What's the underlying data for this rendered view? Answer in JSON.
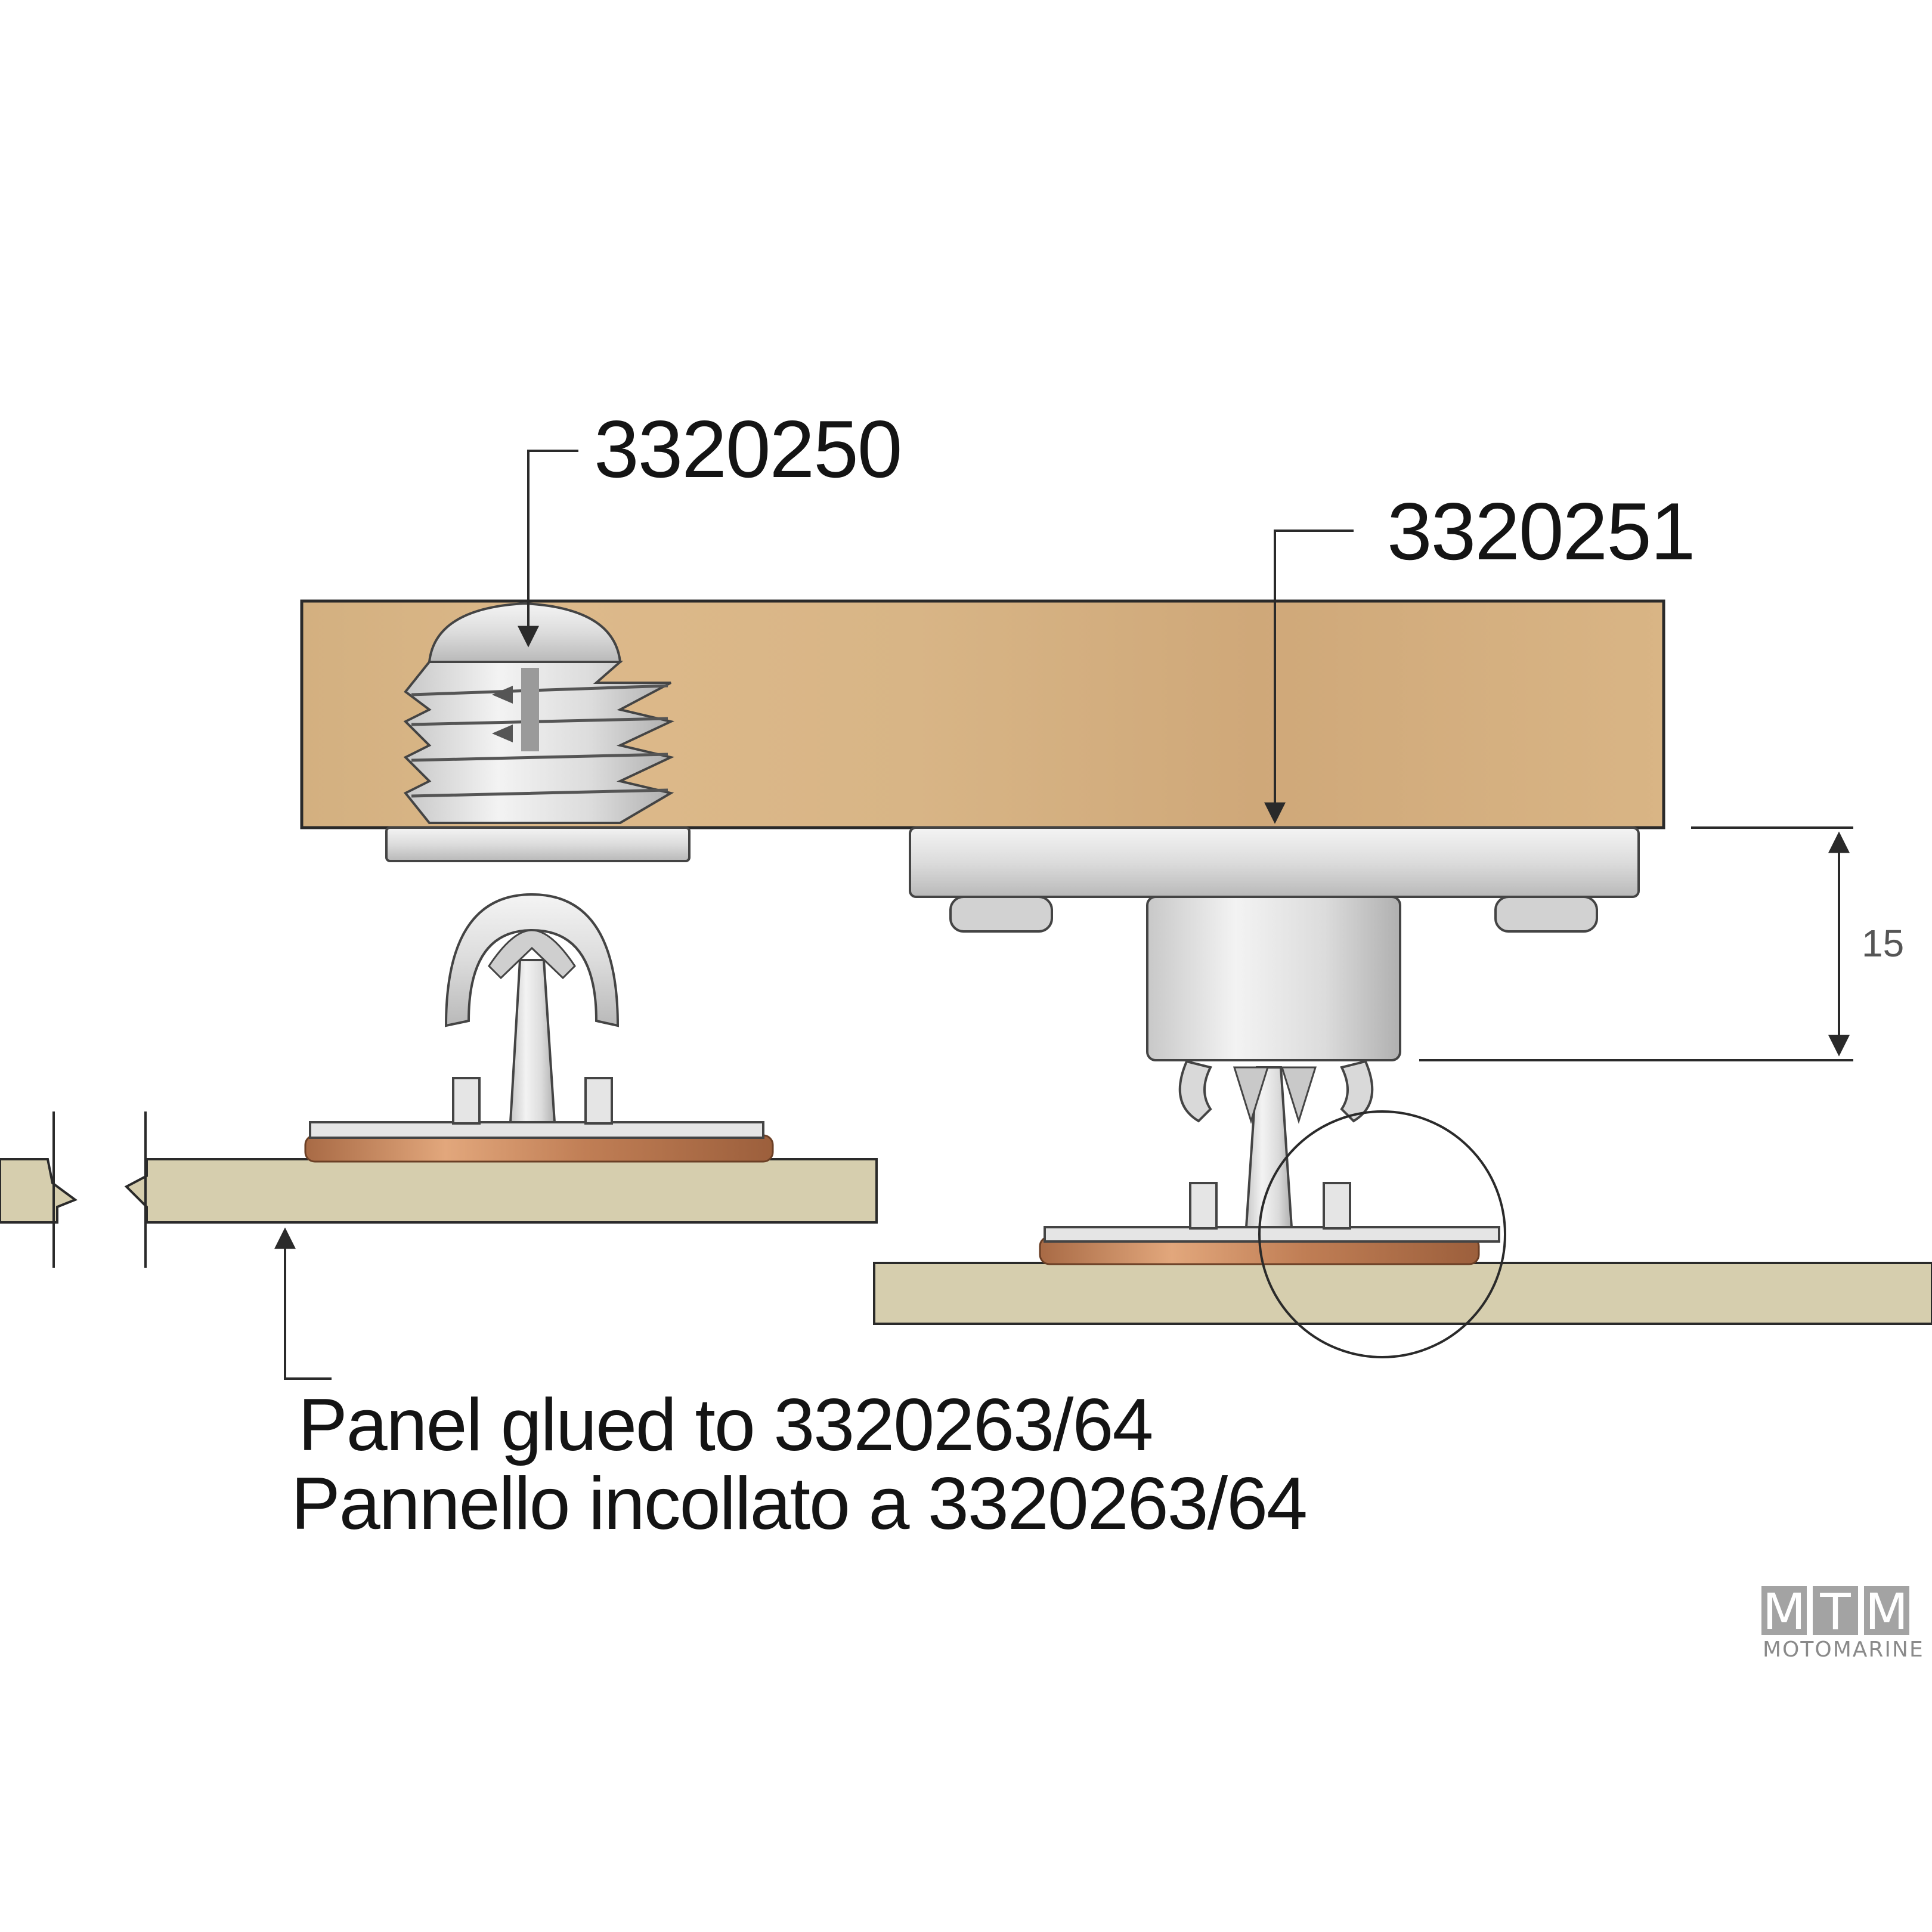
{
  "callouts": {
    "part_a": "3320250",
    "part_b": "3320251"
  },
  "dimension": {
    "value": "15"
  },
  "caption": {
    "line_en": "Panel glued to 3320263/64",
    "line_it": "Pannello incollato a 3320263/64"
  },
  "logo": {
    "letters": [
      "M",
      "T",
      "M"
    ],
    "brand": "MOTOMARINE"
  },
  "colors": {
    "wood": "#d5ad7e",
    "panel": "#d6ceae",
    "metal": "#e3e3e3",
    "copper": "#c98a5e",
    "outline": "#2a2a2a"
  }
}
